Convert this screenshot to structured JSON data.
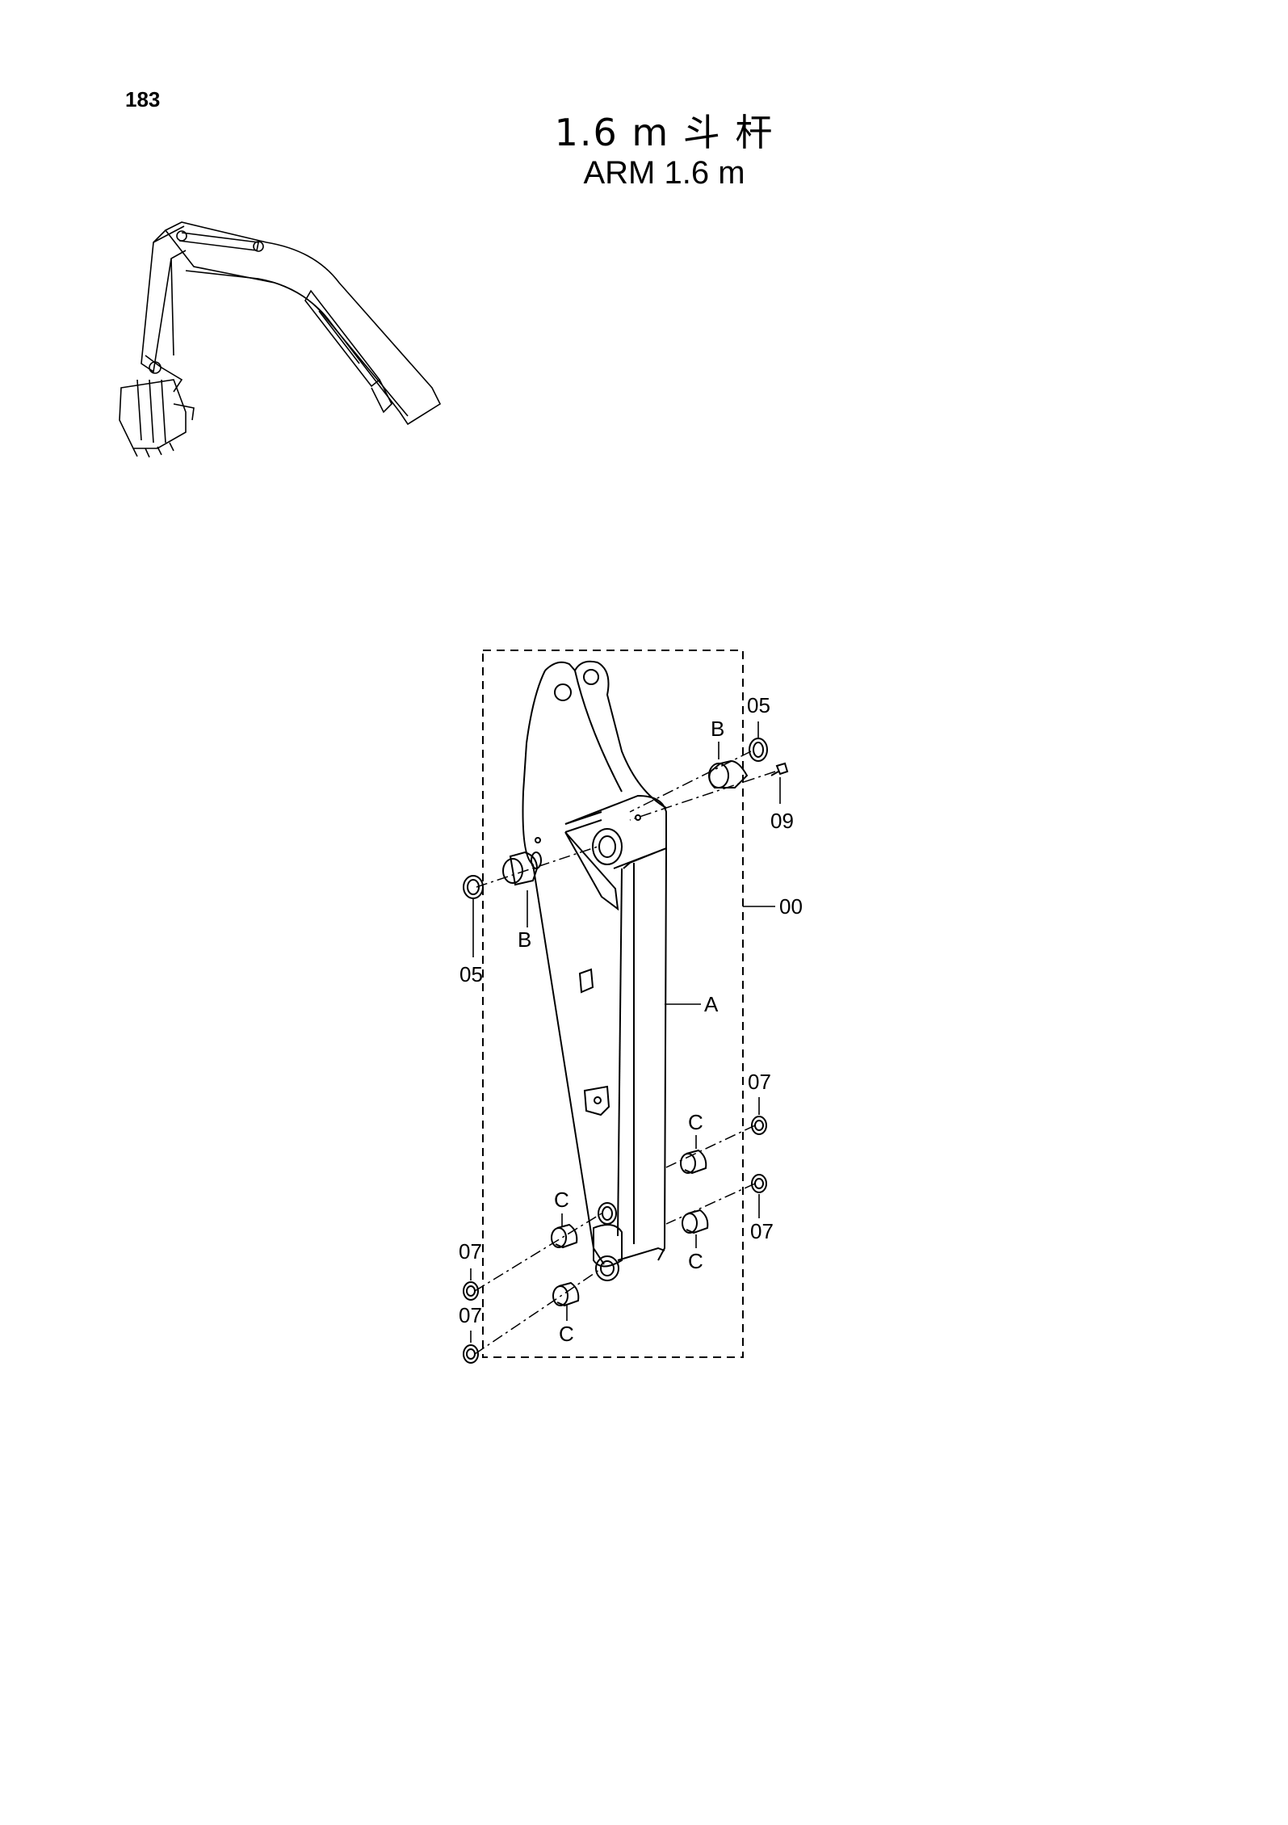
{
  "page_number": "183",
  "title_cn": "1.6 m 斗 杆",
  "title_en": "ARM 1.6 m",
  "callouts": {
    "c00": "00",
    "cA": "A",
    "cB1": "B",
    "cB2": "B",
    "c05a": "05",
    "c05b": "05",
    "c09": "09",
    "cC1": "C",
    "cC2": "C",
    "cC3": "C",
    "cC4": "C",
    "c07a": "07",
    "c07b": "07",
    "c07c": "07",
    "c07d": "07"
  }
}
